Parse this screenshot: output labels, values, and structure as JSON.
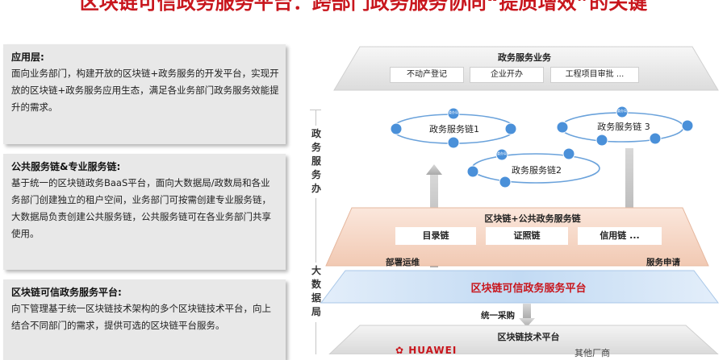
{
  "title": "区块链可信政务服务平台：跨部门政务服务协同“提质增效”的关键",
  "panels": [
    {
      "title": "应用层:",
      "body": "面向业务部门，构建开放的区块链+政务服务的开发平台，实现开放的区块链+政务服务应用生态，满足各业务部门政务服务效能提升的需求。"
    },
    {
      "title": "公共服务链&专业服务链:",
      "body": "基于统一的区块链政务BaaS平台，面向大数据局/政数局和各业务部门创建独立的租户空间，业务部门可按需创建专业服务链，大数据局负责创建公共服务链，公共服务链可在各业务部门共享使用。"
    },
    {
      "title": "区块链可信政务服务平台:",
      "body": "向下管理基于统一区块链技术架构的多个区块链技术平台，向上结合不同部门的需求，提供可选的区块链平台服务。"
    }
  ],
  "side_labels": {
    "upper": [
      "政",
      "务",
      "服",
      "务",
      "办"
    ],
    "lower": [
      "大",
      "数",
      "据",
      "局"
    ]
  },
  "diagram": {
    "business_layer": {
      "title": "政务服务业务",
      "items": [
        "不动产登记",
        "企业开办",
        "工程项目审批 ..."
      ]
    },
    "chains": [
      {
        "label": "政务服务链1"
      },
      {
        "label": "政务服务链 3"
      },
      {
        "label": "政务服务链2"
      }
    ],
    "node_label": "委办局",
    "public_layer": {
      "title": "区块链+公共政务服务链",
      "items": [
        "目录链",
        "证照链",
        "信用链 ..."
      ]
    },
    "arrow_left_label": "部署运维",
    "arrow_right_label": "服务申请",
    "platform_label": "区块链可信政务服务平台",
    "procure_label": "统一采购",
    "tech_layer": {
      "title": "区块链技术平台",
      "vendor": "HUAWEI",
      "other": "其他厂商"
    }
  },
  "colors": {
    "title_red": "#c8161d",
    "node_blue": "#4a90d9",
    "public_layer": "#f6d9c8",
    "platform_layer": "#cfe2f5"
  }
}
